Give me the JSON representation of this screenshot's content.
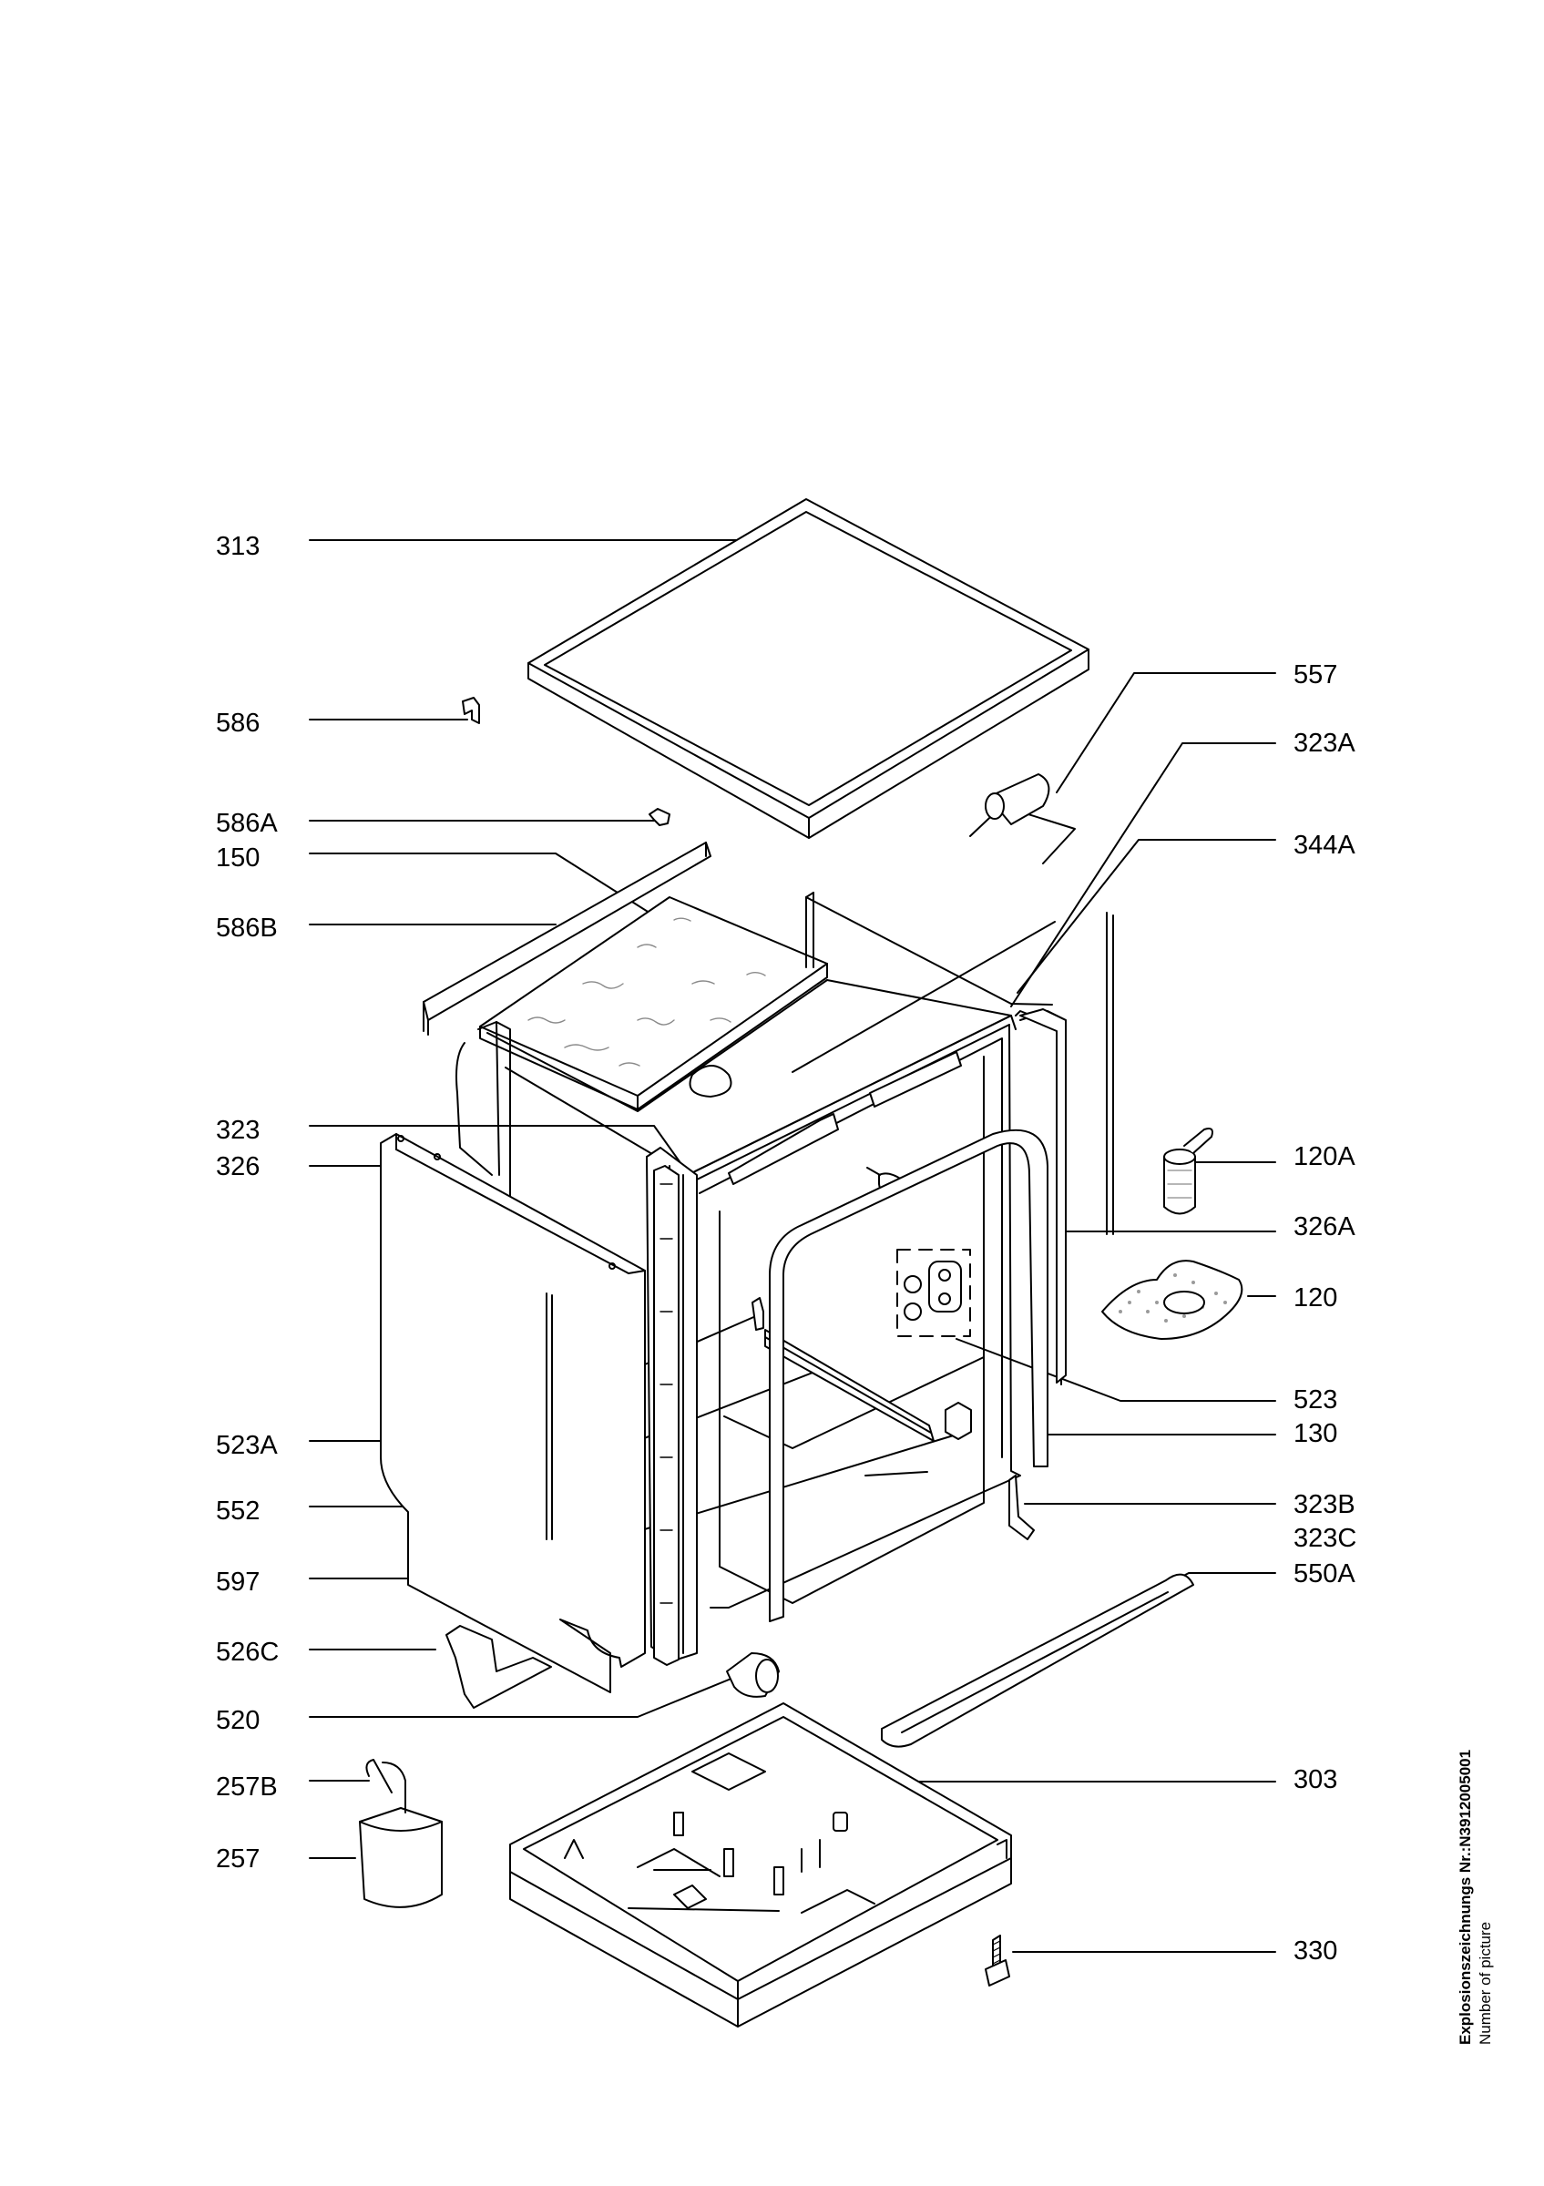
{
  "part_numbers": {
    "p313": "313",
    "p586": "586",
    "p586A": "586A",
    "p150": "150",
    "p586B": "586B",
    "p323": "323",
    "p326": "326",
    "p523A": "523A",
    "p552": "552",
    "p597": "597",
    "p526C": "526C",
    "p520": "520",
    "p257B": "257B",
    "p257": "257",
    "p557": "557",
    "p323A": "323A",
    "p344A": "344A",
    "p120A": "120A",
    "p326A": "326A",
    "p120": "120",
    "p523": "523",
    "p130": "130",
    "p323B": "323B",
    "p323C": "323C",
    "p550A": "550A",
    "p303": "303",
    "p330": "330"
  },
  "footer": {
    "picture_id": "Explosionszeichnungs Nr.:N3912005001",
    "picture_caption": "Number of picture"
  },
  "colors": {
    "ink": "#000000",
    "paper": "#ffffff",
    "speckle": "#9a9a9a"
  }
}
